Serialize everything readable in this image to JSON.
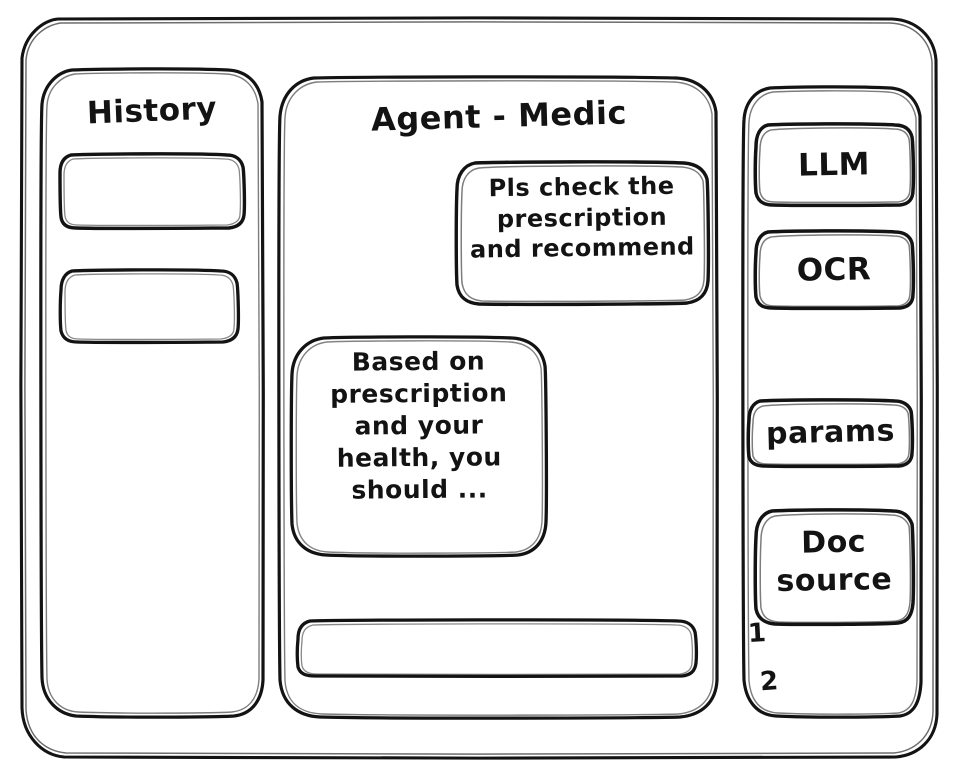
{
  "window": {
    "frame_name": "application-window"
  },
  "sidebar_left": {
    "title": "History",
    "items": [
      {
        "label": ""
      },
      {
        "label": ""
      }
    ]
  },
  "main": {
    "title": "Agent - Medic",
    "messages": [
      {
        "role": "user",
        "text": "Pls check the\nprescription\nand recommend"
      },
      {
        "role": "agent",
        "text": "Based on\nprescription\nand your\nhealth, you\nshould ..."
      }
    ],
    "composer": {
      "value": "",
      "placeholder": ""
    }
  },
  "sidebar_right": {
    "tools": [
      {
        "label": "LLM"
      },
      {
        "label": "OCR"
      }
    ],
    "settings": [
      {
        "label": "params"
      }
    ],
    "doc_source": {
      "label": "Doc\nsource",
      "items": [
        {
          "label": "1"
        },
        {
          "label": "2"
        }
      ]
    }
  },
  "colors": {
    "stroke": "#131313",
    "background": "#ffffff"
  }
}
